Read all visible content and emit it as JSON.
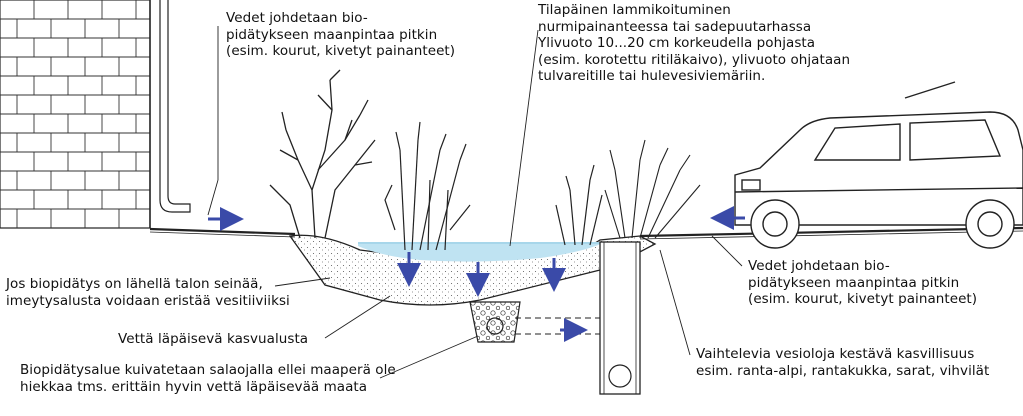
{
  "labels": {
    "top_left": [
      "Vedet johdetaan bio-",
      "pidätykseen maanpintaa pitkin",
      "(esim. kourut, kivetyt painanteet)"
    ],
    "top_center": [
      "Tilapäinen lammikoituminen",
      "nurmipainanteessa tai sadepuutarhassa",
      "Ylivuoto 10...20 cm korkeudella pohjasta",
      "(esim. korotettu ritiläkaivo), ylivuoto ohjataan",
      "tulvareitille tai hulevesiviemäriin."
    ],
    "left_wall_note": [
      "Jos biopidätys on lähellä talon seinää,",
      "imeytysalusta voidaan eristää vesitiiviiksi"
    ],
    "right_inflow": [
      "Vedet johdetaan bio-",
      "pidätykseen maanpintaa pitkin",
      "(esim. kourut, kivetyt painanteet)"
    ],
    "growing_medium": "Vettä läpäisevä kasvualusta",
    "drainage": [
      "Biopidätysalue kuivatetaan salaojalla ellei maaperä ole",
      "hiekkaa tms. erittäin hyvin vettä läpäisevää maata"
    ],
    "vegetation": [
      "Vaihtelevia vesioloja kestävä kasvillisuus",
      "esim. ranta-alpi, rantakukka, sarat, vihvilät"
    ]
  },
  "colors": {
    "water": "#bfe3f2",
    "arrow": "#3a4aa8",
    "line": "#1a1a1a",
    "soil": "#ffffff"
  }
}
